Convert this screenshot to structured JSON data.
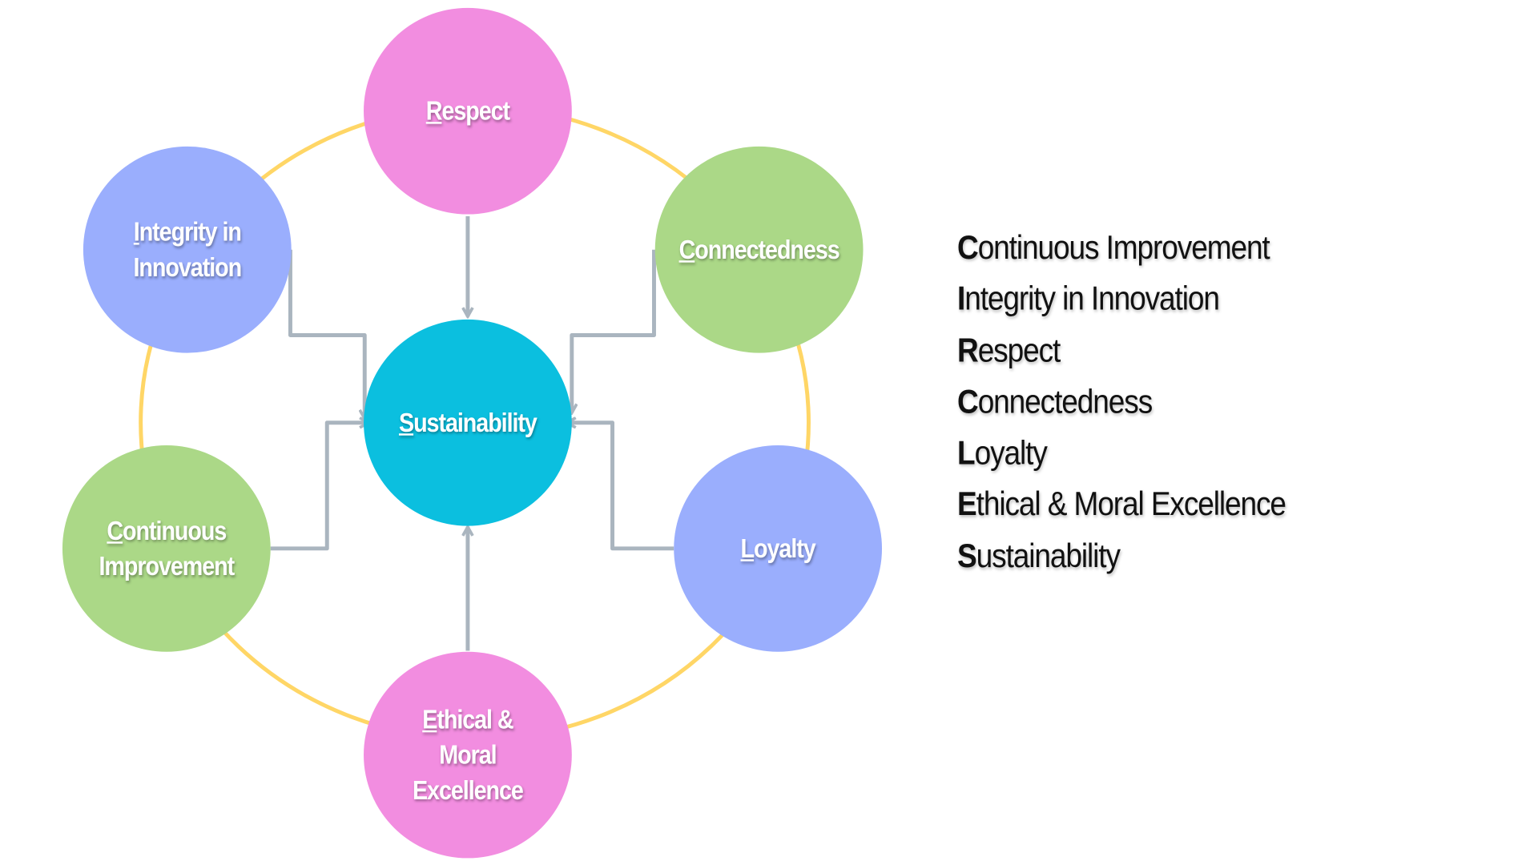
{
  "colors": {
    "ring": "#FFD666",
    "arrow": "#AAB5BF",
    "pink": "#F28DE0",
    "blue": "#9AAEFD",
    "green": "#ABD887",
    "center": "#0BBFDF"
  },
  "nodes": {
    "respect": "Respect",
    "integrity": "Integrity in Innovation",
    "connectedness": "Connectedness",
    "sustainability": "Sustainability",
    "continuous": "Continuous Improvement",
    "loyalty": "Loyalty",
    "ethical": "Ethical & Moral Excellence"
  },
  "legend": [
    "Continuous Improvement",
    "Integrity in Innovation",
    "Respect",
    "Connectedness",
    "Loyalty",
    "Ethical & Moral Excellence",
    "Sustainability"
  ]
}
